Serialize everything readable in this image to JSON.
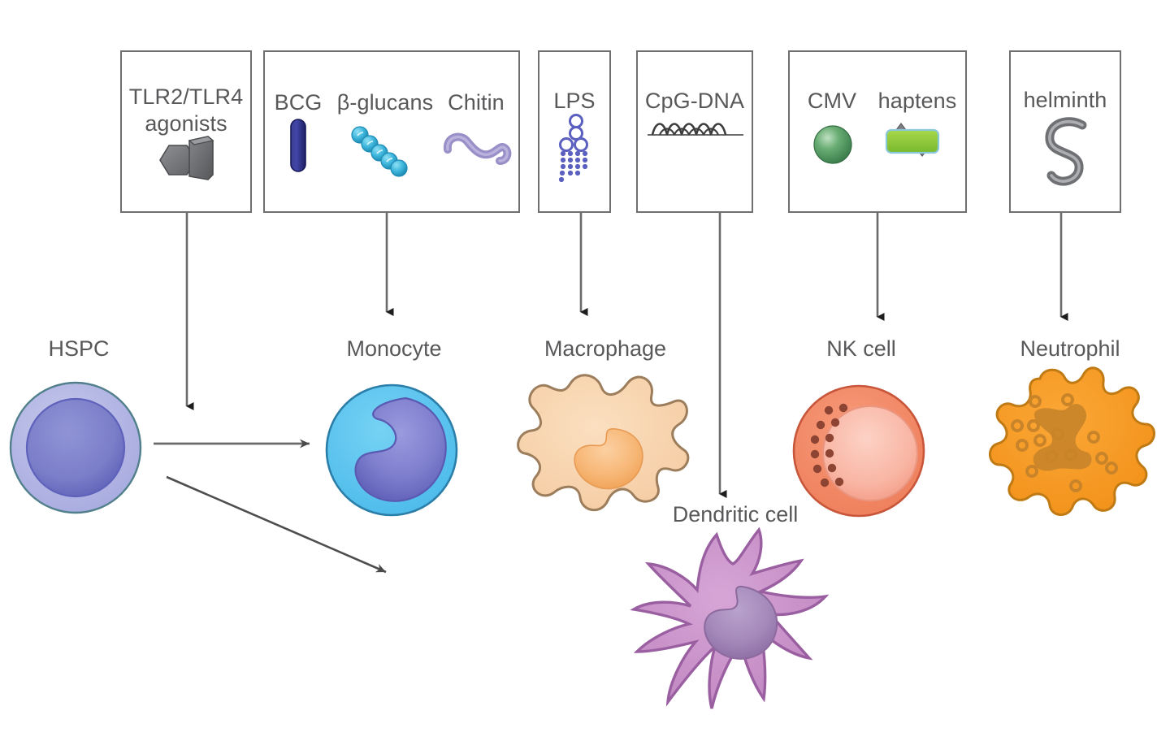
{
  "figure": {
    "type": "biological-pathway-diagram",
    "background_color": "#ffffff",
    "arrow_color": "#6a6a6a",
    "box_border_color": "#6f6f6f",
    "text_color": "#58585a"
  },
  "stimulus_boxes": [
    {
      "id": "tlr-box",
      "label": "TLR2/TLR4\nagonists",
      "label_line1": "TLR2/TLR4",
      "label_line2": "agonists",
      "icons": [
        "tlr-agonist-icon"
      ]
    },
    {
      "id": "fungal-bacterial-box",
      "items": [
        {
          "label": "BCG",
          "icon": "bcg-bacillus-icon",
          "color": "#2b2d78"
        },
        {
          "label": "β-glucans",
          "icon": "beta-glucan-chain-icon",
          "color": "#3fb3da"
        },
        {
          "label": "Chitin",
          "icon": "chitin-squiggle-icon",
          "color": "#9a90c8"
        }
      ]
    },
    {
      "id": "lps-box",
      "items": [
        {
          "label": "LPS",
          "icon": "lps-molecule-icon",
          "color": "#5a5fc0"
        }
      ]
    },
    {
      "id": "cpg-box",
      "items": [
        {
          "label": "CpG-DNA",
          "icon": "cpg-dna-helix-icon",
          "color": "#4a4a4a"
        }
      ]
    },
    {
      "id": "cmv-haptens-box",
      "items": [
        {
          "label": "CMV",
          "icon": "cmv-virion-icon",
          "color": "#4e9e5f"
        },
        {
          "label": "haptens",
          "icon": "hapten-icon",
          "color": "#8cc63f"
        }
      ]
    },
    {
      "id": "helminth-box",
      "items": [
        {
          "label": "helminth",
          "icon": "helminth-worm-icon",
          "color": "#7b7b7b"
        }
      ]
    }
  ],
  "cells": [
    {
      "id": "hspc",
      "label": "HSPC",
      "colors": {
        "cytoplasm": "#b3b6e0",
        "nucleus": "#7d7fc8",
        "membrane": "#51808c"
      }
    },
    {
      "id": "monocyte",
      "label": "Monocyte",
      "colors": {
        "cytoplasm": "#5bc4ee",
        "nucleus": "#6f6fc4",
        "membrane": "#2b7ea8"
      }
    },
    {
      "id": "macrophage",
      "label": "Macrophage",
      "colors": {
        "cytoplasm": "#f7d4ae",
        "nucleus": "#f5b26b",
        "membrane": "#9c7d5c"
      }
    },
    {
      "id": "dendritic-cell",
      "label": "Dendritic cell",
      "colors": {
        "cytoplasm": "#c78ec6",
        "nucleus": "#a07fb5",
        "membrane": "#9a5fa0"
      }
    },
    {
      "id": "nk-cell",
      "label": "NK cell",
      "colors": {
        "cytoplasm": "#f28664",
        "nucleus": "#f8b3a0",
        "membrane": "#c8563a",
        "granules": "#8e4433"
      }
    },
    {
      "id": "neutrophil",
      "label": "Neutrophil",
      "colors": {
        "cytoplasm": "#f59b20",
        "nucleus": "#c98321",
        "membrane": "#c07a14"
      }
    }
  ],
  "arrows": [
    {
      "id": "tlr-to-hspc",
      "from": "tlr-box",
      "to": "hspc",
      "style": "solid-down"
    },
    {
      "id": "fungal-to-monocyte",
      "from": "fungal-bacterial-box",
      "to": "monocyte",
      "style": "solid-down"
    },
    {
      "id": "lps-to-macrophage",
      "from": "lps-box",
      "to": "macrophage",
      "style": "solid-down"
    },
    {
      "id": "cpg-to-dendritic",
      "from": "cpg-box",
      "to": "dendritic-cell",
      "style": "solid-down-long"
    },
    {
      "id": "cmv-to-nk",
      "from": "cmv-haptens-box",
      "to": "nk-cell",
      "style": "solid-down"
    },
    {
      "id": "helminth-to-neutrophil",
      "from": "helminth-box",
      "to": "neutrophil",
      "style": "solid-down"
    },
    {
      "id": "hspc-to-monocyte",
      "from": "hspc",
      "to": "monocyte",
      "style": "solid-right"
    },
    {
      "id": "hspc-to-lineage",
      "from": "hspc",
      "to": "",
      "style": "solid-diagonal"
    }
  ]
}
